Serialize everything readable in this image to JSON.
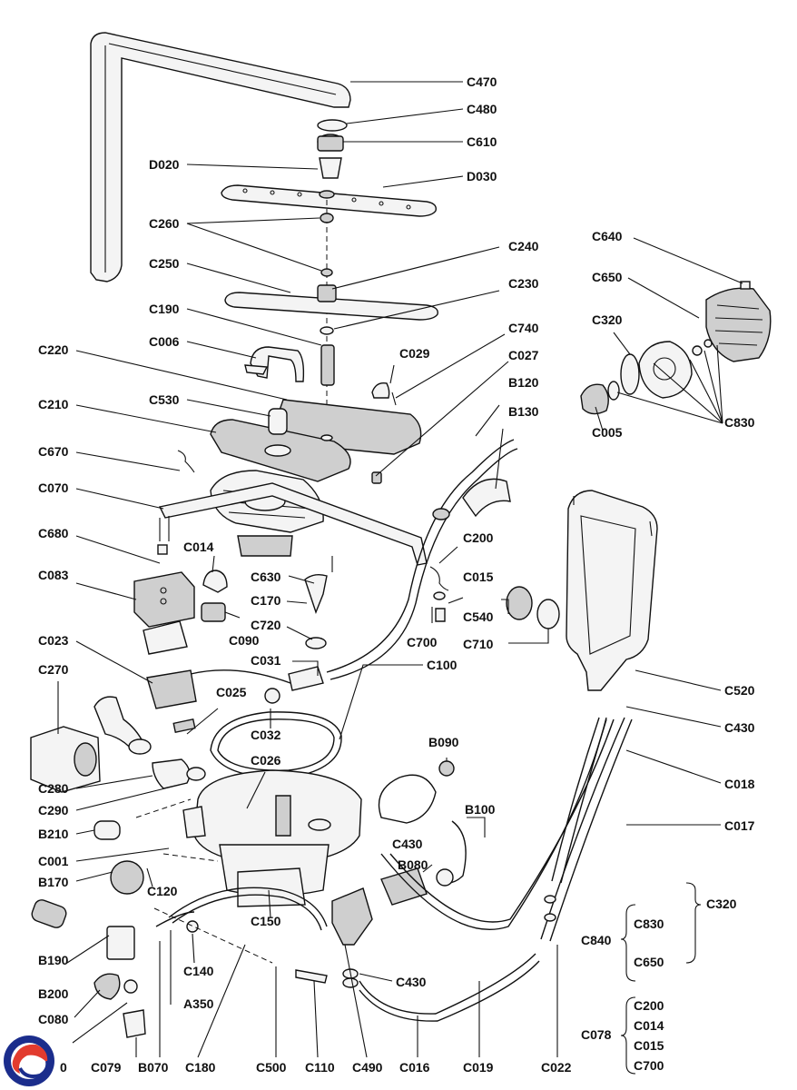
{
  "labels": {
    "C470": "C470",
    "C480": "C480",
    "C610": "C610",
    "D020": "D020",
    "D030": "D030",
    "C260": "C260",
    "C240": "C240",
    "C250": "C250",
    "C230": "C230",
    "C190": "C190",
    "C740": "C740",
    "C006": "C006",
    "C029": "C029",
    "C027": "C027",
    "C220": "C220",
    "B120": "B120",
    "C210": "C210",
    "C530": "C530",
    "B130": "B130",
    "C670": "C670",
    "C070": "C070",
    "C680": "C680",
    "C014": "C014",
    "C200": "C200",
    "C630": "C630",
    "C015": "C015",
    "C083": "C083",
    "C170": "C170",
    "C540": "C540",
    "C720": "C720",
    "C090": "C090",
    "C700": "C700",
    "C710": "C710",
    "C023": "C023",
    "C031": "C031",
    "C100": "C100",
    "C270": "C270",
    "C025": "C025",
    "C520": "C520",
    "C032": "C032",
    "C430": "C430",
    "B090": "B090",
    "C026": "C026",
    "C018": "C018",
    "C280": "C280",
    "C290": "C290",
    "B100": "B100",
    "C017": "C017",
    "B210": "B210",
    "C001": "C001",
    "B080": "B080",
    "B170": "B170",
    "C120": "C120",
    "C840": "C840",
    "C830": "C830",
    "C320": "C320",
    "C650": "C650",
    "C150": "C150",
    "B190": "B190",
    "C140": "C140",
    "B200": "B200",
    "C080": "C080",
    "A350": "A350",
    "C078": "C078",
    "C079": "C079",
    "B070": "B070",
    "C180": "C180",
    "C500": "C500",
    "C110": "C110",
    "C490": "C490",
    "C016": "C016",
    "C019": "C019",
    "C022": "C022",
    "C640": "C640",
    "C005": "C005",
    "C700b": "C700",
    "C200b": "C200",
    "C014b": "C014",
    "C015b": "C015",
    "C320b": "C320",
    "C830b": "C830",
    "C650b": "C650",
    "C430b": "C430",
    "C430c": "C430",
    "C0x": "0"
  }
}
